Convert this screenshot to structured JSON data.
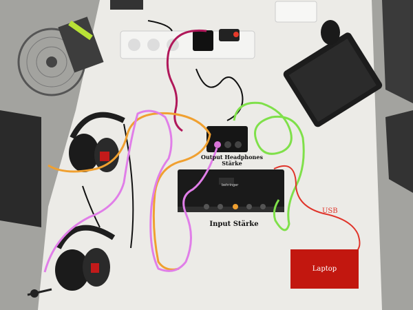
{
  "annotations": {
    "output_label": "Output Headphones Stärke",
    "input_label": "Input Stärke",
    "usb_label": "USB",
    "laptop_label": "Laptop"
  },
  "device": {
    "brand": "behringer"
  },
  "colors": {
    "orange_cable": "#f0a030",
    "violet_cable": "#e07ee8",
    "green_cable": "#7fe04a",
    "red_cable": "#e0342a",
    "magenta_cable": "#b0185a",
    "laptop_box": "#c2170f"
  }
}
